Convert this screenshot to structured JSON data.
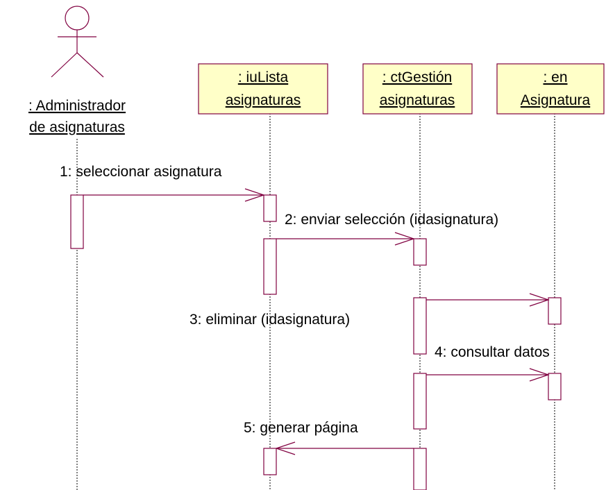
{
  "diagram": {
    "type": "sequence",
    "colors": {
      "line": "#800040",
      "object_fill": "#ffffc8",
      "text": "#000000",
      "background": "#ffffff"
    },
    "actor": {
      "name_line1": ": Administrador",
      "name_line2": "de asignaturas"
    },
    "objects": [
      {
        "line1": ": iuLista",
        "line2": "asignaturas"
      },
      {
        "line1": ": ctGestión",
        "line2": "asignaturas"
      },
      {
        "line1": ": en",
        "line2": "Asignatura"
      }
    ],
    "messages": [
      {
        "label": "1: seleccionar asignatura"
      },
      {
        "label": "2: enviar selección (idasignatura)"
      },
      {
        "label": "3: eliminar (idasignatura)"
      },
      {
        "label": "4: consultar datos"
      },
      {
        "label": "5: generar página"
      }
    ]
  }
}
